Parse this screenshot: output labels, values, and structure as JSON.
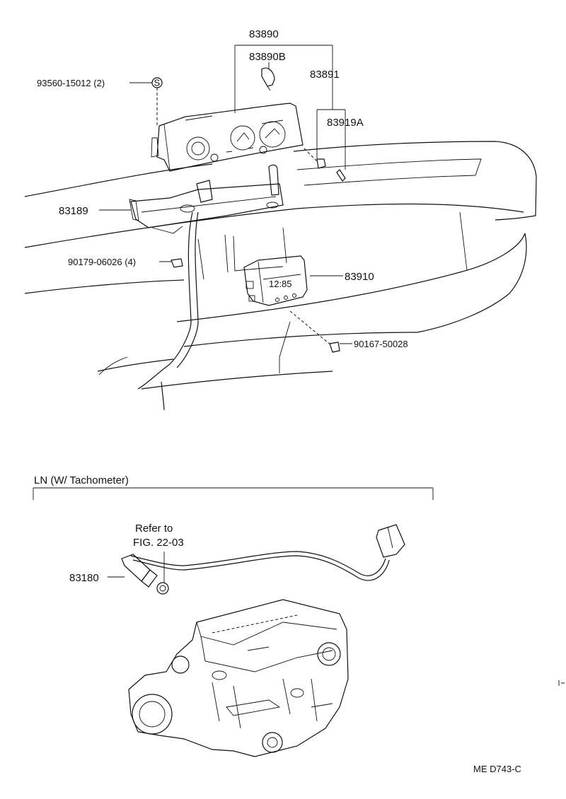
{
  "parts": {
    "p83890": "83890",
    "p83890B": "83890B",
    "p83891": "83891",
    "p93560": "93560-15012 (2)",
    "p83919A": "83919A",
    "p83189": "83189",
    "p90179": "90179-06026 (4)",
    "p83910": "83910",
    "p90167": "90167-50028",
    "p83180": "83180"
  },
  "symbols": {
    "s_mark": "S",
    "clock_display": "12:85"
  },
  "section": {
    "title": "LN (W/ Tachometer)",
    "refer_line1": "Refer to",
    "refer_line2": "FIG. 22-03"
  },
  "footer": {
    "code": "ME D743-C"
  }
}
